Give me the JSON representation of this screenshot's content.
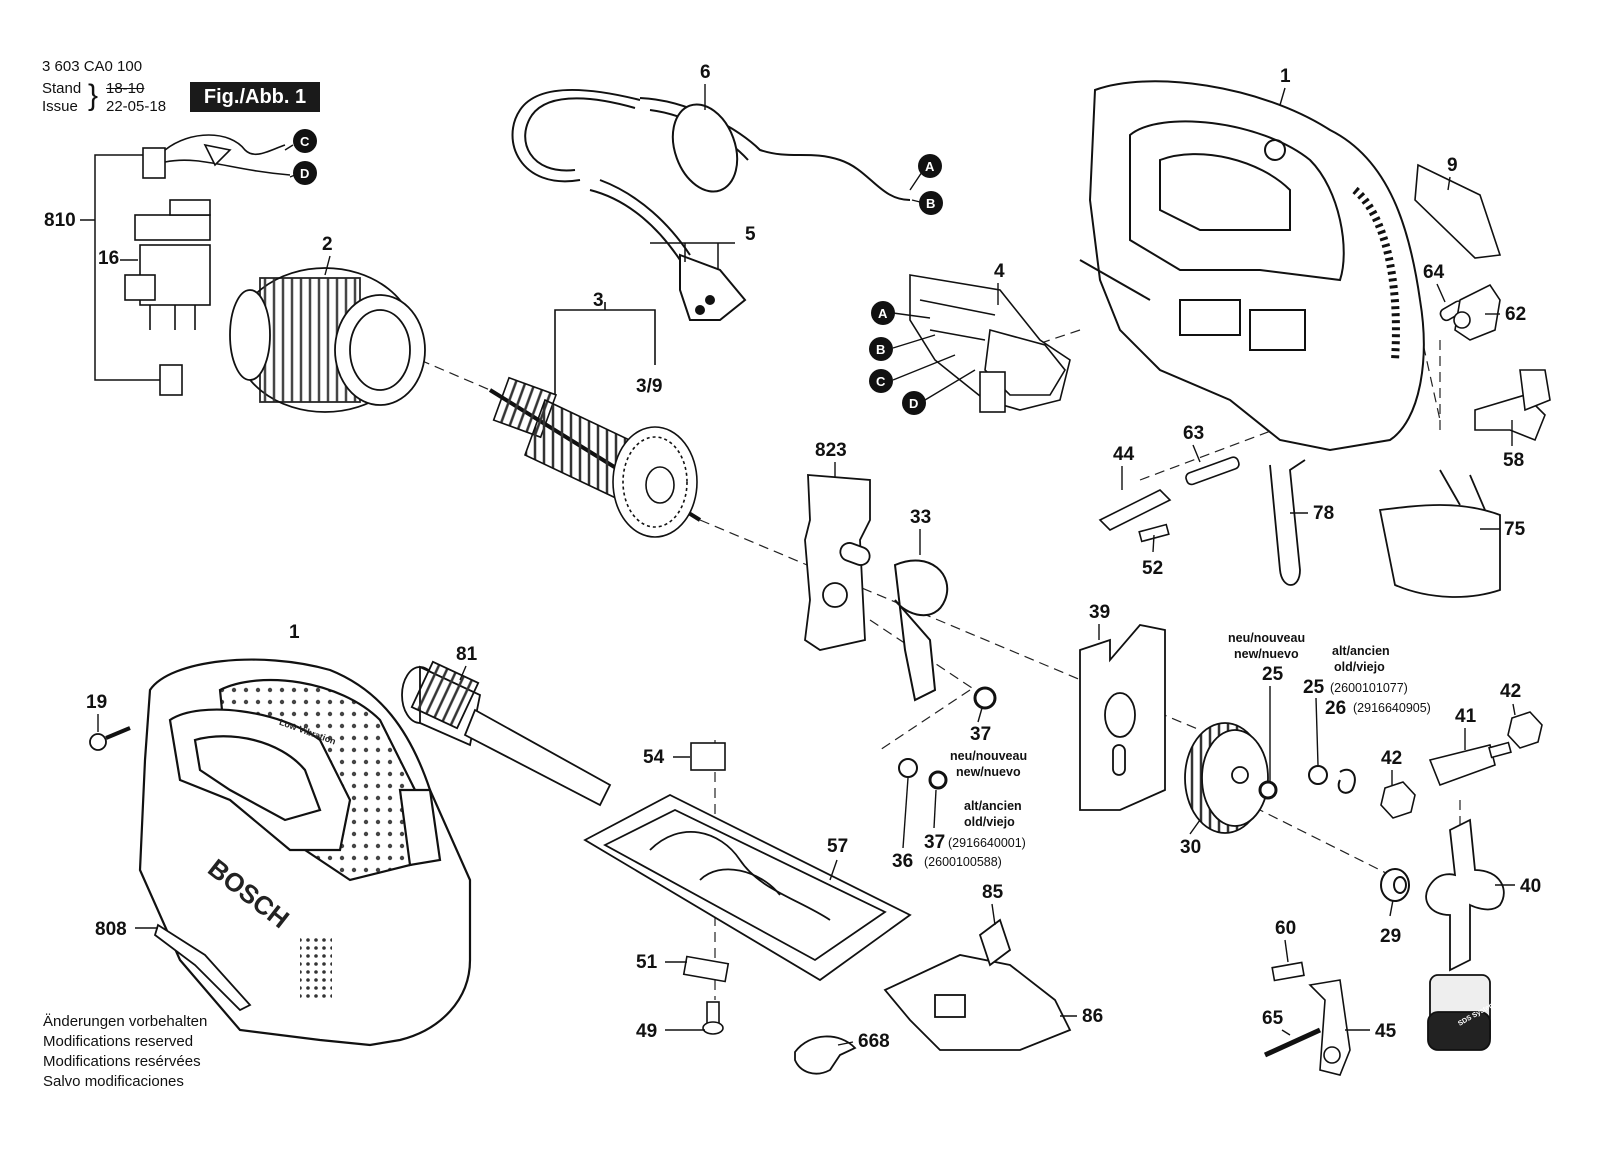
{
  "header": {
    "doc_number": "3 603 CA0 100",
    "stand_label": "Stand",
    "issue_label": "Issue",
    "stand_value": "18-10",
    "issue_value": "22-05-18",
    "figure_label": "Fig./Abb. 1"
  },
  "notes": [
    "Änderungen vorbehalten",
    "Modifications reserved",
    "Modifications resérvées",
    "Salvo modificaciones"
  ],
  "connectors": [
    "A",
    "B",
    "C",
    "D"
  ],
  "parts": {
    "p1": "1",
    "p2": "2",
    "p3": "3",
    "p3_9": "3/9",
    "p4": "4",
    "p5": "5",
    "p6": "6",
    "p9": "9",
    "p16": "16",
    "p19": "19",
    "p25a": "25",
    "p25b": "25",
    "p26": "26",
    "p29": "29",
    "p30": "30",
    "p33": "33",
    "p36": "36",
    "p37a": "37",
    "p37b": "37",
    "p39": "39",
    "p40": "40",
    "p41": "41",
    "p42a": "42",
    "p42b": "42",
    "p44": "44",
    "p45": "45",
    "p49": "49",
    "p51": "51",
    "p52": "52",
    "p54": "54",
    "p57": "57",
    "p58": "58",
    "p60": "60",
    "p62": "62",
    "p63": "63",
    "p64": "64",
    "p65": "65",
    "p75": "75",
    "p78": "78",
    "p81": "81",
    "p85": "85",
    "p86": "86",
    "p668": "668",
    "p808": "808",
    "p810": "810",
    "p823": "823"
  },
  "annotations": {
    "new_25_l1": "neu/nouveau",
    "new_25_l2": "new/nuevo",
    "old_25_l1": "alt/ancien",
    "old_25_l2": "old/viejo",
    "code_25": "(2600101077)",
    "code_26": "(2916640905)",
    "new_37_l1": "neu/nouveau",
    "new_37_l2": "new/nuevo",
    "old_37_l1": "alt/ancien",
    "old_37_l2": "old/viejo",
    "code_37": "(2916640001)",
    "code_36": "(2600100588)"
  },
  "product_text": {
    "brand": "BOSCH",
    "model_line": "Low Vibration",
    "system_badge": "SDS System"
  }
}
